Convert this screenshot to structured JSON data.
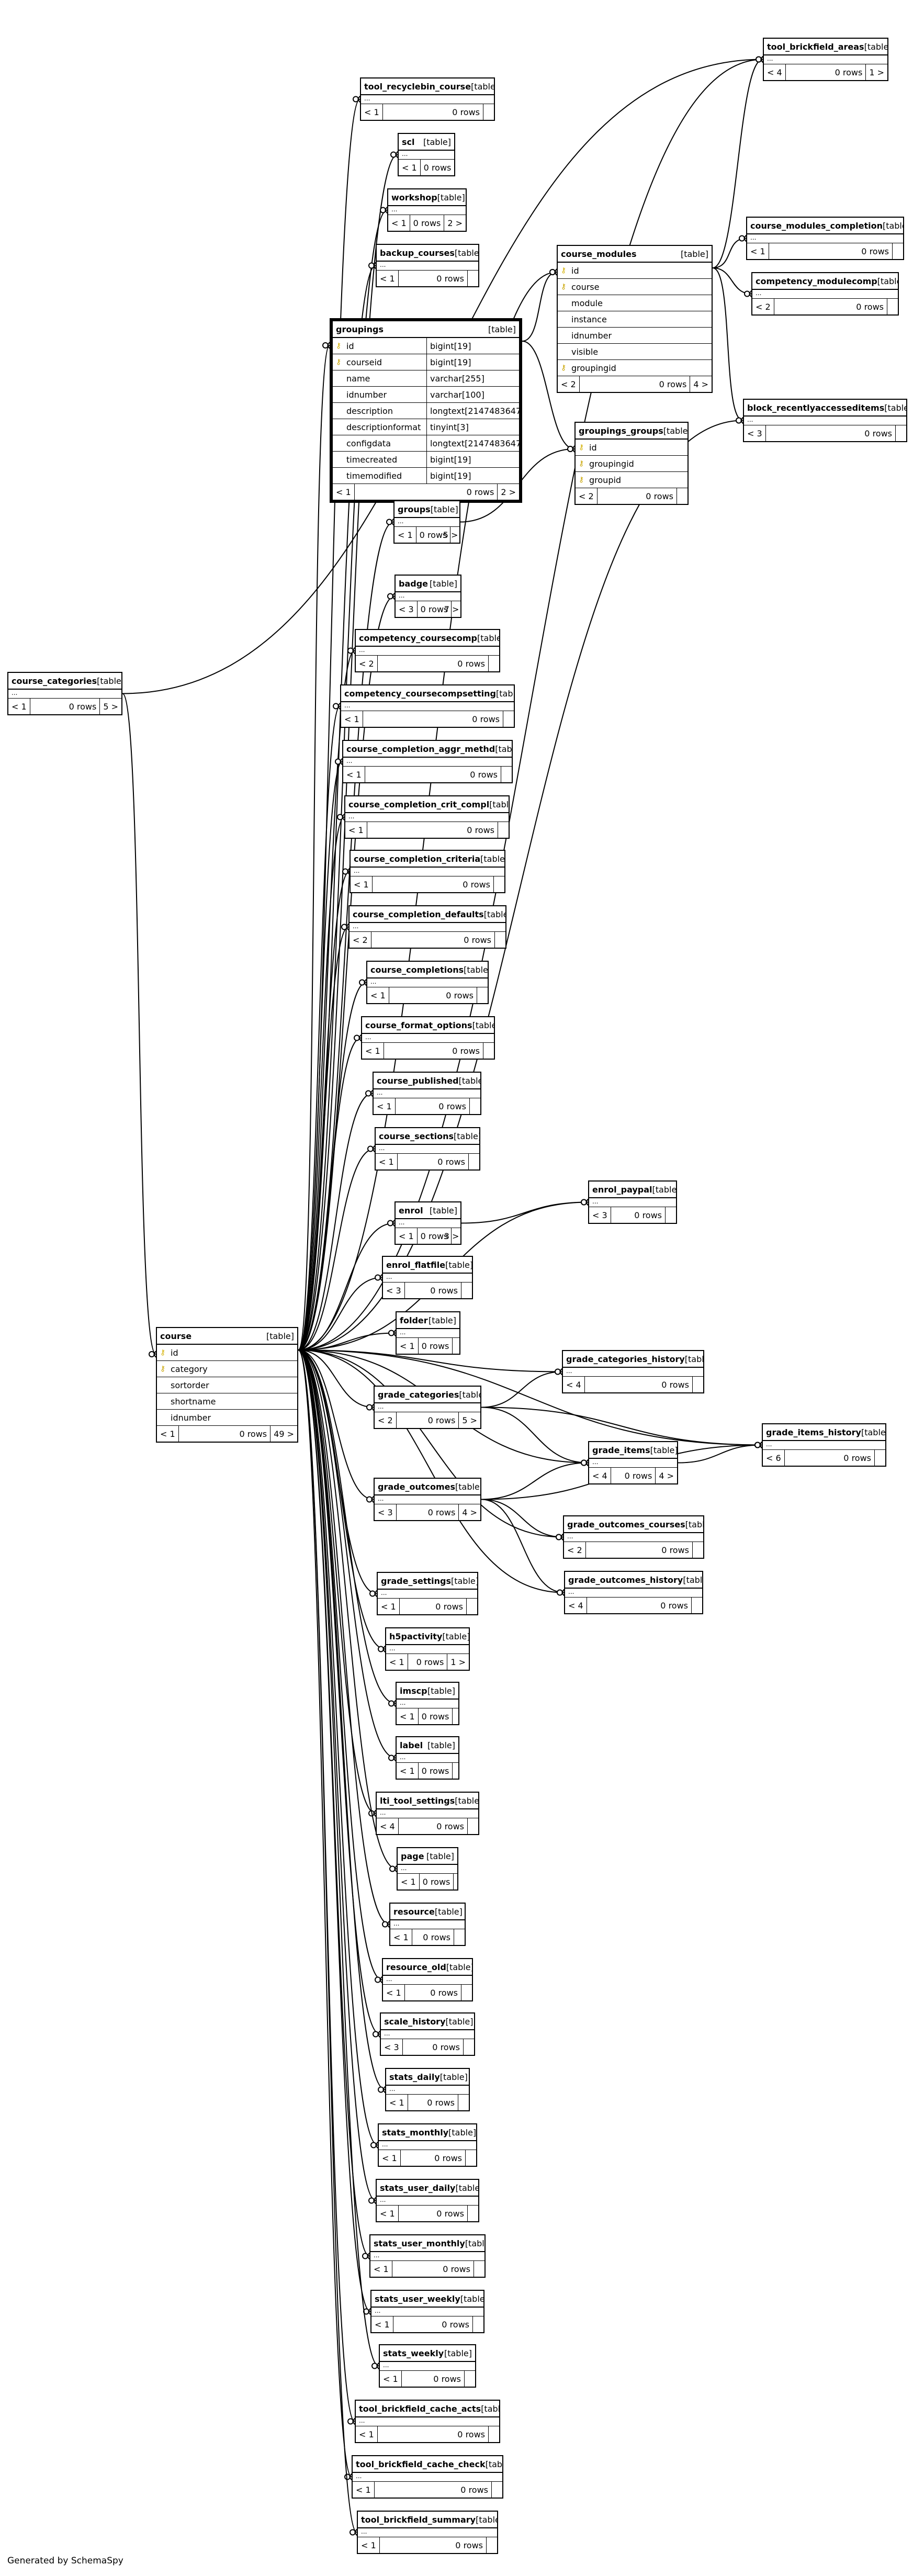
{
  "footer_text": "Generated by SchemaSpy",
  "tables": [
    {
      "id": "course_categories",
      "name": "course_categories",
      "kind": "[table]",
      "parents": "< 1",
      "rows": "0 rows",
      "children": "5 >"
    },
    {
      "id": "course",
      "name": "course",
      "kind": "[table]",
      "columns": [
        {
          "name": "id",
          "key": "pk"
        },
        {
          "name": "category",
          "key": "fk"
        },
        {
          "name": "sortorder"
        },
        {
          "name": "shortname"
        },
        {
          "name": "idnumber"
        }
      ],
      "parents": "< 1",
      "rows": "0 rows",
      "children": "49 >"
    },
    {
      "id": "groupings",
      "name": "groupings",
      "kind": "[table]",
      "columns": [
        {
          "name": "id",
          "type": "bigint[19]",
          "key": "pk"
        },
        {
          "name": "courseid",
          "type": "bigint[19]",
          "key": "fk"
        },
        {
          "name": "name",
          "type": "varchar[255]"
        },
        {
          "name": "idnumber",
          "type": "varchar[100]"
        },
        {
          "name": "description",
          "type": "longtext[2147483647]"
        },
        {
          "name": "descriptionformat",
          "type": "tinyint[3]"
        },
        {
          "name": "configdata",
          "type": "longtext[2147483647]"
        },
        {
          "name": "timecreated",
          "type": "bigint[19]"
        },
        {
          "name": "timemodified",
          "type": "bigint[19]"
        }
      ],
      "parents": "< 1",
      "rows": "0 rows",
      "children": "2 >"
    },
    {
      "id": "course_modules",
      "name": "course_modules",
      "kind": "[table]",
      "columns": [
        {
          "name": "id",
          "key": "pk"
        },
        {
          "name": "course",
          "key": "fk"
        },
        {
          "name": "module"
        },
        {
          "name": "instance"
        },
        {
          "name": "idnumber"
        },
        {
          "name": "visible"
        },
        {
          "name": "groupingid",
          "key": "fk"
        }
      ],
      "parents": "< 2",
      "rows": "0 rows",
      "children": "4 >"
    },
    {
      "id": "groupings_groups",
      "name": "groupings_groups",
      "kind": "[table]",
      "columns": [
        {
          "name": "id",
          "key": "pk"
        },
        {
          "name": "groupingid",
          "key": "fk"
        },
        {
          "name": "groupid",
          "key": "fk"
        }
      ],
      "parents": "< 2",
      "rows": "0 rows",
      "children": ""
    },
    {
      "id": "tool_brickfield_areas",
      "name": "tool_brickfield_areas",
      "kind": "[table]",
      "parents": "< 4",
      "rows": "0 rows",
      "children": "1 >"
    },
    {
      "id": "course_modules_completion",
      "name": "course_modules_completion",
      "kind": "[table]",
      "parents": "< 1",
      "rows": "0 rows",
      "children": ""
    },
    {
      "id": "competency_modulecomp",
      "name": "competency_modulecomp",
      "kind": "[table]",
      "parents": "< 2",
      "rows": "0 rows",
      "children": ""
    },
    {
      "id": "block_recentlyaccesseditems",
      "name": "block_recentlyaccesseditems",
      "kind": "[table]",
      "parents": "< 3",
      "rows": "0 rows",
      "children": ""
    },
    {
      "id": "tool_recyclebin_course",
      "name": "tool_recyclebin_course",
      "kind": "[table]",
      "parents": "< 1",
      "rows": "0 rows",
      "children": ""
    },
    {
      "id": "scl",
      "name": "scl",
      "kind": "[table]",
      "parents": "< 1",
      "rows": "0 rows",
      "children": ""
    },
    {
      "id": "workshop",
      "name": "workshop",
      "kind": "[table]",
      "parents": "< 1",
      "rows": "0 rows",
      "children": "2 >"
    },
    {
      "id": "backup_courses",
      "name": "backup_courses",
      "kind": "[table]",
      "parents": "< 1",
      "rows": "0 rows",
      "children": ""
    },
    {
      "id": "groups",
      "name": "groups",
      "kind": "[table]",
      "parents": "< 1",
      "rows": "0 rows",
      "children": "5 >"
    },
    {
      "id": "badge",
      "name": "badge",
      "kind": "[table]",
      "parents": "< 3",
      "rows": "0 rows",
      "children": "7 >"
    },
    {
      "id": "competency_coursecomp",
      "name": "competency_coursecomp",
      "kind": "[table]",
      "parents": "< 2",
      "rows": "0 rows",
      "children": ""
    },
    {
      "id": "competency_coursecompsetting",
      "name": "competency_coursecompsetting",
      "kind": "[table]",
      "parents": "< 1",
      "rows": "0 rows",
      "children": ""
    },
    {
      "id": "course_completion_aggr_methd",
      "name": "course_completion_aggr_methd",
      "kind": "[table]",
      "parents": "< 1",
      "rows": "0 rows",
      "children": ""
    },
    {
      "id": "course_completion_crit_compl",
      "name": "course_completion_crit_compl",
      "kind": "[table]",
      "parents": "< 1",
      "rows": "0 rows",
      "children": ""
    },
    {
      "id": "course_completion_criteria",
      "name": "course_completion_criteria",
      "kind": "[table]",
      "parents": "< 1",
      "rows": "0 rows",
      "children": ""
    },
    {
      "id": "course_completion_defaults",
      "name": "course_completion_defaults",
      "kind": "[table]",
      "parents": "< 2",
      "rows": "0 rows",
      "children": ""
    },
    {
      "id": "course_completions",
      "name": "course_completions",
      "kind": "[table]",
      "parents": "< 1",
      "rows": "0 rows",
      "children": ""
    },
    {
      "id": "course_format_options",
      "name": "course_format_options",
      "kind": "[table]",
      "parents": "< 1",
      "rows": "0 rows",
      "children": ""
    },
    {
      "id": "course_published",
      "name": "course_published",
      "kind": "[table]",
      "parents": "< 1",
      "rows": "0 rows",
      "children": ""
    },
    {
      "id": "course_sections",
      "name": "course_sections",
      "kind": "[table]",
      "parents": "< 1",
      "rows": "0 rows",
      "children": ""
    },
    {
      "id": "enrol",
      "name": "enrol",
      "kind": "[table]",
      "parents": "< 1",
      "rows": "0 rows",
      "children": "3 >"
    },
    {
      "id": "enrol_paypal",
      "name": "enrol_paypal",
      "kind": "[table]",
      "parents": "< 3",
      "rows": "0 rows",
      "children": ""
    },
    {
      "id": "enrol_flatfile",
      "name": "enrol_flatfile",
      "kind": "[table]",
      "parents": "< 3",
      "rows": "0 rows",
      "children": ""
    },
    {
      "id": "folder",
      "name": "folder",
      "kind": "[table]",
      "parents": "< 1",
      "rows": "0 rows",
      "children": ""
    },
    {
      "id": "grade_categories",
      "name": "grade_categories",
      "kind": "[table]",
      "parents": "< 2",
      "rows": "0 rows",
      "children": "5 >"
    },
    {
      "id": "grade_categories_history",
      "name": "grade_categories_history",
      "kind": "[table]",
      "parents": "< 4",
      "rows": "0 rows",
      "children": ""
    },
    {
      "id": "grade_items",
      "name": "grade_items",
      "kind": "[table]",
      "parents": "< 4",
      "rows": "0 rows",
      "children": "4 >"
    },
    {
      "id": "grade_items_history",
      "name": "grade_items_history",
      "kind": "[table]",
      "parents": "< 6",
      "rows": "0 rows",
      "children": ""
    },
    {
      "id": "grade_outcomes",
      "name": "grade_outcomes",
      "kind": "[table]",
      "parents": "< 3",
      "rows": "0 rows",
      "children": "4 >"
    },
    {
      "id": "grade_outcomes_courses",
      "name": "grade_outcomes_courses",
      "kind": "[table]",
      "parents": "< 2",
      "rows": "0 rows",
      "children": ""
    },
    {
      "id": "grade_outcomes_history",
      "name": "grade_outcomes_history",
      "kind": "[table]",
      "parents": "< 4",
      "rows": "0 rows",
      "children": ""
    },
    {
      "id": "grade_settings",
      "name": "grade_settings",
      "kind": "[table]",
      "parents": "< 1",
      "rows": "0 rows",
      "children": ""
    },
    {
      "id": "h5pactivity",
      "name": "h5pactivity",
      "kind": "[table]",
      "parents": "< 1",
      "rows": "0 rows",
      "children": "1 >"
    },
    {
      "id": "imscp",
      "name": "imscp",
      "kind": "[table]",
      "parents": "< 1",
      "rows": "0 rows",
      "children": ""
    },
    {
      "id": "label",
      "name": "label",
      "kind": "[table]",
      "parents": "< 1",
      "rows": "0 rows",
      "children": ""
    },
    {
      "id": "lti_tool_settings",
      "name": "lti_tool_settings",
      "kind": "[table]",
      "parents": "< 4",
      "rows": "0 rows",
      "children": ""
    },
    {
      "id": "page",
      "name": "page",
      "kind": "[table]",
      "parents": "< 1",
      "rows": "0 rows",
      "children": ""
    },
    {
      "id": "resource",
      "name": "resource",
      "kind": "[table]",
      "parents": "< 1",
      "rows": "0 rows",
      "children": ""
    },
    {
      "id": "resource_old",
      "name": "resource_old",
      "kind": "[table]",
      "parents": "< 1",
      "rows": "0 rows",
      "children": ""
    },
    {
      "id": "scale_history",
      "name": "scale_history",
      "kind": "[table]",
      "parents": "< 3",
      "rows": "0 rows",
      "children": ""
    },
    {
      "id": "stats_daily",
      "name": "stats_daily",
      "kind": "[table]",
      "parents": "< 1",
      "rows": "0 rows",
      "children": ""
    },
    {
      "id": "stats_monthly",
      "name": "stats_monthly",
      "kind": "[table]",
      "parents": "< 1",
      "rows": "0 rows",
      "children": ""
    },
    {
      "id": "stats_user_daily",
      "name": "stats_user_daily",
      "kind": "[table]",
      "parents": "< 1",
      "rows": "0 rows",
      "children": ""
    },
    {
      "id": "stats_user_monthly",
      "name": "stats_user_monthly",
      "kind": "[table]",
      "parents": "< 1",
      "rows": "0 rows",
      "children": ""
    },
    {
      "id": "stats_user_weekly",
      "name": "stats_user_weekly",
      "kind": "[table]",
      "parents": "< 1",
      "rows": "0 rows",
      "children": ""
    },
    {
      "id": "stats_weekly",
      "name": "stats_weekly",
      "kind": "[table]",
      "parents": "< 1",
      "rows": "0 rows",
      "children": ""
    },
    {
      "id": "tool_brickfield_cache_acts",
      "name": "tool_brickfield_cache_acts",
      "kind": "[table]",
      "parents": "< 1",
      "rows": "0 rows",
      "children": ""
    },
    {
      "id": "tool_brickfield_cache_check",
      "name": "tool_brickfield_cache_check",
      "kind": "[table]",
      "parents": "< 1",
      "rows": "0 rows",
      "children": ""
    },
    {
      "id": "tool_brickfield_summary",
      "name": "tool_brickfield_summary",
      "kind": "[table]",
      "parents": "< 1",
      "rows": "0 rows",
      "children": ""
    }
  ],
  "relationships": [
    [
      "course_categories",
      "course"
    ],
    [
      "course_categories",
      "tool_brickfield_areas"
    ],
    [
      "course",
      "tool_brickfield_areas"
    ],
    [
      "course",
      "tool_recyclebin_course"
    ],
    [
      "course",
      "scl"
    ],
    [
      "course",
      "workshop"
    ],
    [
      "course",
      "backup_courses"
    ],
    [
      "course",
      "groupings"
    ],
    [
      "course",
      "course_modules"
    ],
    [
      "course",
      "groups"
    ],
    [
      "course",
      "badge"
    ],
    [
      "course",
      "block_recentlyaccesseditems"
    ],
    [
      "course",
      "competency_coursecomp"
    ],
    [
      "course",
      "competency_coursecompsetting"
    ],
    [
      "course",
      "course_completion_aggr_methd"
    ],
    [
      "course",
      "course_completion_crit_compl"
    ],
    [
      "course",
      "course_completion_criteria"
    ],
    [
      "course",
      "course_completion_defaults"
    ],
    [
      "course",
      "course_completions"
    ],
    [
      "course",
      "course_format_options"
    ],
    [
      "course",
      "course_published"
    ],
    [
      "course",
      "course_sections"
    ],
    [
      "course",
      "enrol"
    ],
    [
      "course",
      "enrol_paypal"
    ],
    [
      "course",
      "enrol_flatfile"
    ],
    [
      "course",
      "folder"
    ],
    [
      "course",
      "grade_categories"
    ],
    [
      "course",
      "grade_categories_history"
    ],
    [
      "course",
      "grade_items"
    ],
    [
      "course",
      "grade_items_history"
    ],
    [
      "course",
      "grade_outcomes"
    ],
    [
      "course",
      "grade_outcomes_courses"
    ],
    [
      "course",
      "grade_outcomes_history"
    ],
    [
      "course",
      "grade_settings"
    ],
    [
      "course",
      "h5pactivity"
    ],
    [
      "course",
      "imscp"
    ],
    [
      "course",
      "label"
    ],
    [
      "course",
      "lti_tool_settings"
    ],
    [
      "course",
      "page"
    ],
    [
      "course",
      "resource"
    ],
    [
      "course",
      "resource_old"
    ],
    [
      "course",
      "scale_history"
    ],
    [
      "course",
      "stats_daily"
    ],
    [
      "course",
      "stats_monthly"
    ],
    [
      "course",
      "stats_user_daily"
    ],
    [
      "course",
      "stats_user_monthly"
    ],
    [
      "course",
      "stats_user_weekly"
    ],
    [
      "course",
      "stats_weekly"
    ],
    [
      "course",
      "tool_brickfield_cache_acts"
    ],
    [
      "course",
      "tool_brickfield_cache_check"
    ],
    [
      "course",
      "tool_brickfield_summary"
    ],
    [
      "groupings",
      "course_modules"
    ],
    [
      "groupings",
      "groupings_groups"
    ],
    [
      "groups",
      "groupings_groups"
    ],
    [
      "course_modules",
      "tool_brickfield_areas"
    ],
    [
      "course_modules",
      "course_modules_completion"
    ],
    [
      "course_modules",
      "competency_modulecomp"
    ],
    [
      "course_modules",
      "block_recentlyaccesseditems"
    ],
    [
      "enrol",
      "enrol_paypal"
    ],
    [
      "grade_categories",
      "grade_categories_history"
    ],
    [
      "grade_categories",
      "grade_items"
    ],
    [
      "grade_categories",
      "grade_items_history"
    ],
    [
      "grade_items",
      "grade_items_history"
    ],
    [
      "grade_outcomes",
      "grade_items"
    ],
    [
      "grade_outcomes",
      "grade_outcomes_courses"
    ],
    [
      "grade_outcomes",
      "grade_outcomes_history"
    ],
    [
      "grade_outcomes",
      "grade_items_history"
    ]
  ]
}
